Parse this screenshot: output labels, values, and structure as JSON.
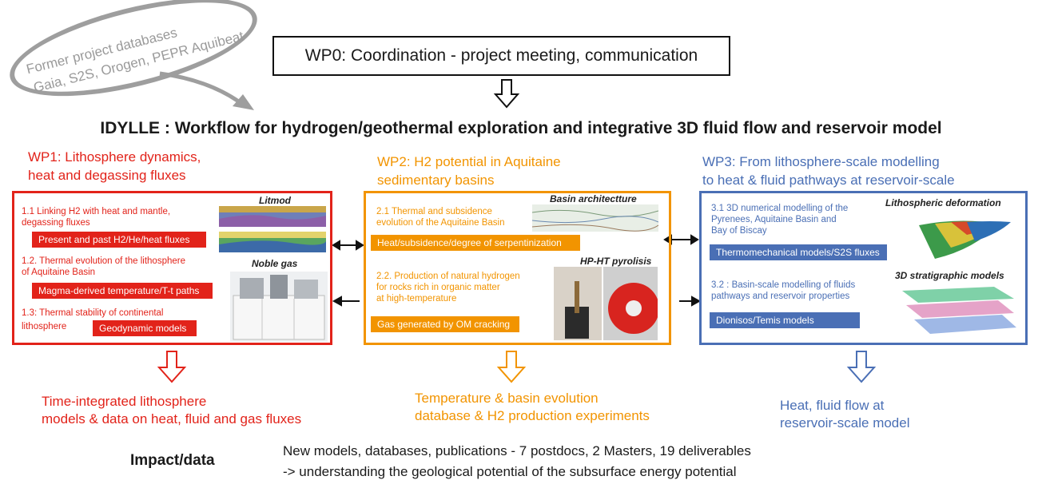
{
  "former_databases": {
    "line1": "Former project databases",
    "line2": "Gaia, S2S, Orogen, PEPR Aquibeat"
  },
  "wp0": {
    "label": "WP0: Coordination - project meeting, communication"
  },
  "main_title": "IDYLLE : Workflow for hydrogen/geothermal exploration and integrative 3D fluid flow and reservoir model",
  "wp1": {
    "title_line1": "WP1: Lithosphere dynamics,",
    "title_line2": "heat and degassing fluxes",
    "image_litmod": "Litmod",
    "image_noble_gas": "Noble gas",
    "task1_line1": "1.1 Linking H2 with heat and mantle,",
    "task1_line2": "degassing fluxes",
    "task1_tag": "Present and past H2/He/heat fluxes",
    "task2_line1": "1.2. Thermal evolution of the lithosphere",
    "task2_line2": "of Aquitaine Basin",
    "task2_tag": "Magma-derived temperature/T-t paths",
    "task3_line1": "1.3: Thermal stability of continental",
    "task3_line2": "lithosphere",
    "task3_tag": "Geodynamic models",
    "outcome_line1": "Time-integrated lithosphere",
    "outcome_line2": "models & data on heat, fluid and gas fluxes"
  },
  "wp2": {
    "title_line1": "WP2: H2 potential in Aquitaine",
    "title_line2": "sedimentary basins",
    "image_basin": "Basin architectture",
    "image_pyrolysis": "HP-HT pyrolisis",
    "task1_line1": "2.1 Thermal and subsidence",
    "task1_line2": "evolution of the Aquitaine Basin",
    "task1_tag": "Heat/subsidence/degree of serpentinization",
    "task2_line1": "2.2. Production of natural hydrogen",
    "task2_line2": "for rocks rich in organic matter",
    "task2_line3": "at high-temperature",
    "task2_tag": "Gas generated by OM cracking",
    "outcome_line1": "Temperature & basin evolution",
    "outcome_line2": "database & H2 production experiments"
  },
  "wp3": {
    "title_line1": "WP3: From lithosphere-scale modelling",
    "title_line2": "to heat & fluid pathways at reservoir-scale",
    "image_lith": "Lithospheric deformation",
    "image_strat": "3D stratigraphic models",
    "task1_line1": "3.1 3D numerical modelling of the",
    "task1_line2": "Pyrenees, Aquitaine Basin and",
    "task1_line3": "Bay of Biscay",
    "task1_tag": "Thermomechanical models/S2S fluxes",
    "task2_line1": "3.2 : Basin-scale modelling of fluids",
    "task2_line2": "pathways and reservoir properties",
    "task2_tag": "Dionisos/Temis models",
    "outcome_line1": "Heat, fluid flow at",
    "outcome_line2": "reservoir-scale model"
  },
  "impact": {
    "label": "Impact/data",
    "line1": "New models, databases, publications - 7 postdocs, 2 Masters, 19 deliverables",
    "line2": "->  understanding the geological potential of the subsurface energy potential"
  },
  "colors": {
    "wp1": "#e2231a",
    "wp2": "#f29400",
    "wp3": "#4a6fb5"
  }
}
